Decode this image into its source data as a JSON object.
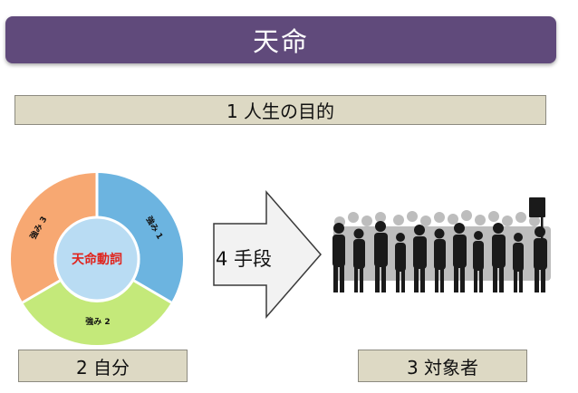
{
  "title": "天命",
  "purpose_label": "1 人生の目的",
  "self_label": "2 自分",
  "target_label": "3 対象者",
  "means_label": "4 手段",
  "donut": {
    "center_label": "天命動詞",
    "segments": [
      {
        "label": "強み 1",
        "color": "#6cb4e0"
      },
      {
        "label": "強み 2",
        "color": "#c4e97a"
      },
      {
        "label": "強み 3",
        "color": "#f7a872"
      }
    ],
    "center_color": "#b9dcf3",
    "center_text_color": "#e0241d"
  },
  "colors": {
    "banner": "#604a7b",
    "label_box": "#ddd9c4",
    "arrow_fill": "#f2f2f2",
    "silhouette": "#1a1a1a"
  }
}
